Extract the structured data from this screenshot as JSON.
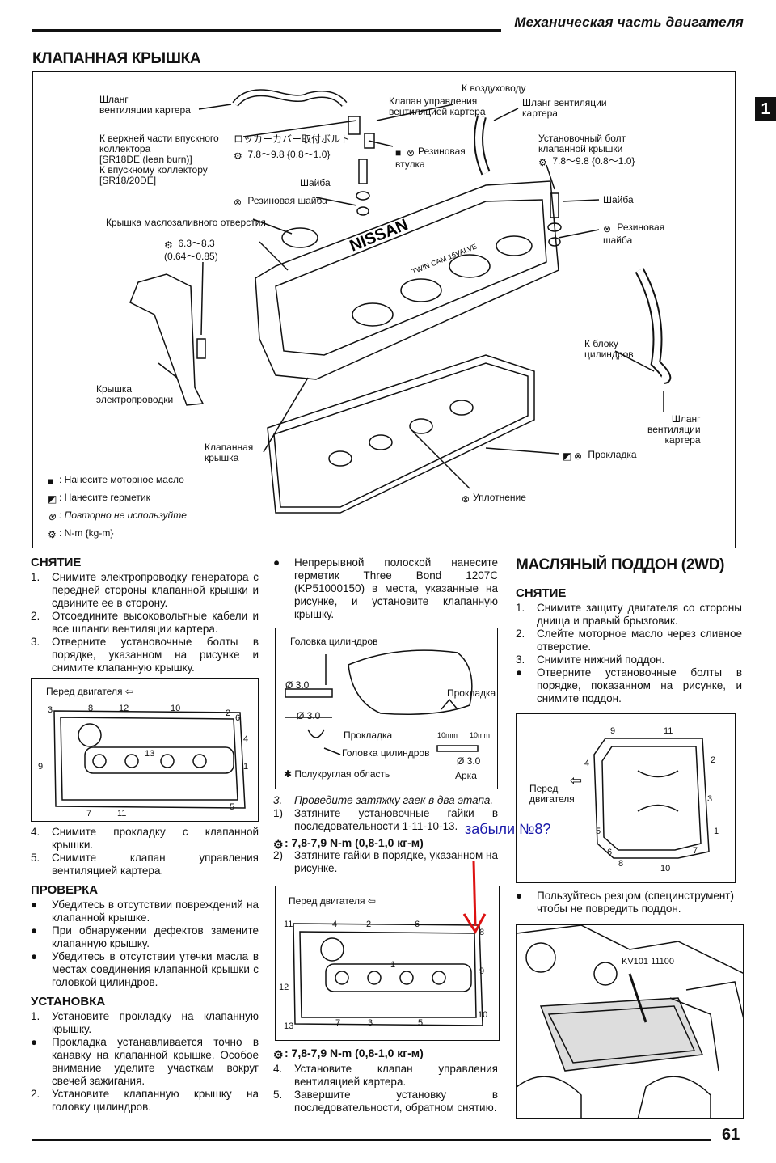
{
  "header": {
    "title": "Механическая часть двигателя",
    "chapter": "1"
  },
  "valve_cover_section": {
    "title": "КЛАПАННАЯ КРЫШКА"
  },
  "main_figure": {
    "labels": {
      "hose_vent_top": "Шланг\nвентиляции картера",
      "to_upper_intake": "К верхней части впускного\nколлектора\n[SR18DE (lean burn)]\nК впускному коллектору\n[SR18/20DE]",
      "jp_bolt": "ロッカーカバー取付ボルト",
      "torque_left_bolt": "7.8～9.8 {0.8～1.0}",
      "washer_left": "Шайба",
      "rubber_washer_left": "Резиновая шайба",
      "oil_filler_cap": "Крышка маслозаливного отверстия",
      "torque_harness": "6.3～8.3\n(0.64～0.85)",
      "harness_cover": "Крышка\nэлектропроводки",
      "valve_cover": "Клапанная\nкрышка",
      "to_air_duct": "К воздуховоду",
      "pcv_valve": "Клапан управления\nвентиляцией картера",
      "hose_vent_right_top": "Шланг вентиляции\nкартера",
      "rubber_bushing": "Резиновая\nвтулка",
      "mount_bolt": "Установочный болт\nклапанной крышки",
      "torque_right_bolt": "7.8～9.8 {0.8～1.0}",
      "washer_right": "Шайба",
      "rubber_washer_right": "Резиновая\nшайба",
      "to_cyl_block": "К блоку\nцилиндров",
      "hose_vent_bottom": "Шланг\nвентиляции\nкартера",
      "gasket": "Прокладка",
      "seal": "Уплотнение",
      "engraving_brand": "NISSAN",
      "engraving_model": "TWIN CAM 16VALVE"
    },
    "legend": [
      {
        "icon": "oil-icon",
        "text": ": Нанесите моторное масло"
      },
      {
        "icon": "sealant-icon",
        "text": ": Нанесите герметик"
      },
      {
        "icon": "do-not-reuse-icon",
        "text": ": Повторно не используйте"
      },
      {
        "icon": "torque-icon",
        "text": ": N-m {kg-m}"
      }
    ]
  },
  "left_column": {
    "removal_title": "СНЯТИЕ",
    "removal_steps": [
      {
        "n": "1.",
        "text": "Снимите электропроводку генератора с передней стороны клапанной крышки и сдвините ее в сторону."
      },
      {
        "n": "2.",
        "text": "Отсоедините высоковольтные кабели и все шланги вентиляции картера."
      },
      {
        "n": "3.",
        "text": "Отверните установочные болты в порядке, указанном на рисунке и снимите клапанную крышку."
      }
    ],
    "fig1": {
      "caption": "Перед двигателя",
      "numbers": [
        "3",
        "8",
        "12",
        "10",
        "2",
        "6",
        "4",
        "13",
        "9",
        "1",
        "7",
        "11",
        "5"
      ]
    },
    "removal_steps_2": [
      {
        "n": "4.",
        "text": "Снимите прокладку с клапанной крышки."
      },
      {
        "n": "5.",
        "text": "Снимите клапан управления вентиляцией картера."
      }
    ],
    "inspection_title": "ПРОВЕРКА",
    "inspection_items": [
      "Убедитесь в отсутствии повреждений на клапанной крышке.",
      "При обнаружении дефектов замените клапанную крышку.",
      "Убедитесь в отсутствии утечки масла в местах соединения клапанной крышки с головкой цилиндров."
    ],
    "install_title": "УСТАНОВКА",
    "install_steps": [
      {
        "n": "1.",
        "text": "Установите прокладку на клапанную крышку."
      },
      {
        "n": "●",
        "text": "Прокладка устанавливается точно в канавку на клапанной крышке. Особое внимание уделите участкам вокруг свечей зажигания."
      },
      {
        "n": "2.",
        "text": "Установите клапанную крышку на головку цилиндров."
      }
    ]
  },
  "middle_column": {
    "bullet_intro": "Непрерывной полоской нанесите герметик Three Bond 1207C (KP51000150) в места, указанные на рисунке, и установите клапанную крышку.",
    "fig2": {
      "cyl_head_top": "Головка цилиндров",
      "dia1": "Ø 3.0",
      "dia2": "Ø 3.0",
      "gasket_label": "Прокладка",
      "cyl_head_bottom": "Головка цилиндров",
      "gasket_right": "Прокладка",
      "mm1": "10mm",
      "mm2": "10mm",
      "dia3": "Ø 3.0",
      "arch": "Арка",
      "semicircle": "✱ Полукруглая область"
    },
    "steps": [
      {
        "n": "3.",
        "text": "Проведите затяжку гаек в два этапа.",
        "italic": true
      },
      {
        "n": "1)",
        "text": "Затяните установочные гайки в последовательности 1-11-10-13."
      }
    ],
    "torque1": ": 7,8-7,9 N-m (0,8-1,0 кг-м)",
    "step2": {
      "n": "2)",
      "text": "Затяните гайки в порядке, указанном на рисунке."
    },
    "fig3": {
      "caption": "Перед двигателя",
      "numbers": [
        "11",
        "4",
        "2",
        "6",
        "8",
        "1",
        "9",
        "12",
        "13",
        "7",
        "3",
        "5",
        "10"
      ]
    },
    "torque2": ": 7,8-7,9 N-m (0,8-1,0 кг-м)",
    "steps_end": [
      {
        "n": "4.",
        "text": "Установите клапан управления вентиляцией картера."
      },
      {
        "n": "5.",
        "text": "Завершите установку в последовательности, обратном снятию."
      }
    ],
    "handwritten_note": "забыли №8?"
  },
  "right_column": {
    "oil_pan_title": "МАСЛЯНЫЙ ПОДДОН (2WD)",
    "removal_title": "СНЯТИЕ",
    "steps": [
      {
        "n": "1.",
        "text": "Снимите защиту двигателя со стороны днища и правый брызговик."
      },
      {
        "n": "2.",
        "text": "Слейте моторное масло через сливное отверстие."
      },
      {
        "n": "3.",
        "text": "Снимите нижний поддон."
      },
      {
        "n": "●",
        "text": "Отверните установочные болты в порядке, показанном на рисунке, и снимите поддон."
      }
    ],
    "fig4": {
      "caption": "Перед\nдвигателя",
      "numbers": [
        "9",
        "11",
        "4",
        "2",
        "3",
        "1",
        "5",
        "6",
        "8",
        "7",
        "10"
      ]
    },
    "bullet_cutter": "Пользуйтесь резцом (специнструмент) чтобы не повредить поддон.",
    "fig5": {
      "tool": "KV101 11100"
    }
  },
  "footer": {
    "page": "61"
  },
  "colors": {
    "ink": "#111111",
    "annotation_blue": "#1a1aaa",
    "annotation_red": "#dd1111"
  }
}
